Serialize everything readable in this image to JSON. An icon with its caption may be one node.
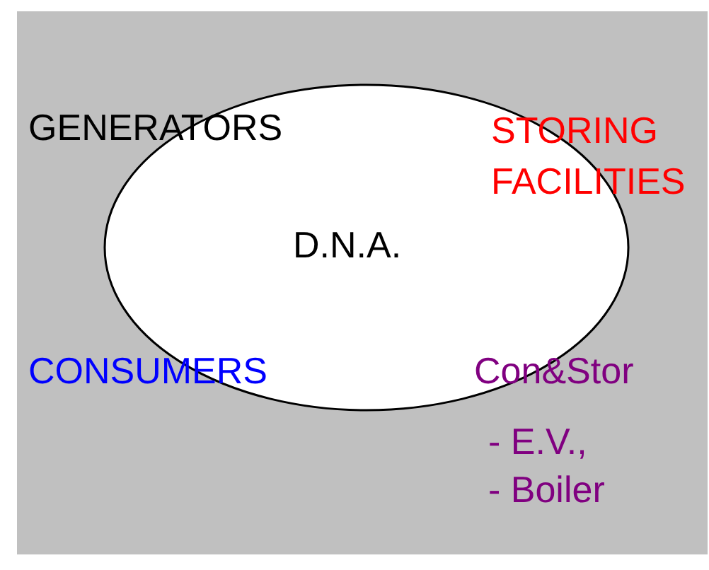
{
  "diagram": {
    "nodes": [
      {
        "text": [
          "D.N.A."
        ]
      }
    ],
    "edges": [],
    "labels": [
      "GENERATORS",
      "STORING FACILITIES",
      "CONSUMERS",
      "Con&Stor",
      "- E.V.,",
      "- Boiler"
    ]
  }
}
